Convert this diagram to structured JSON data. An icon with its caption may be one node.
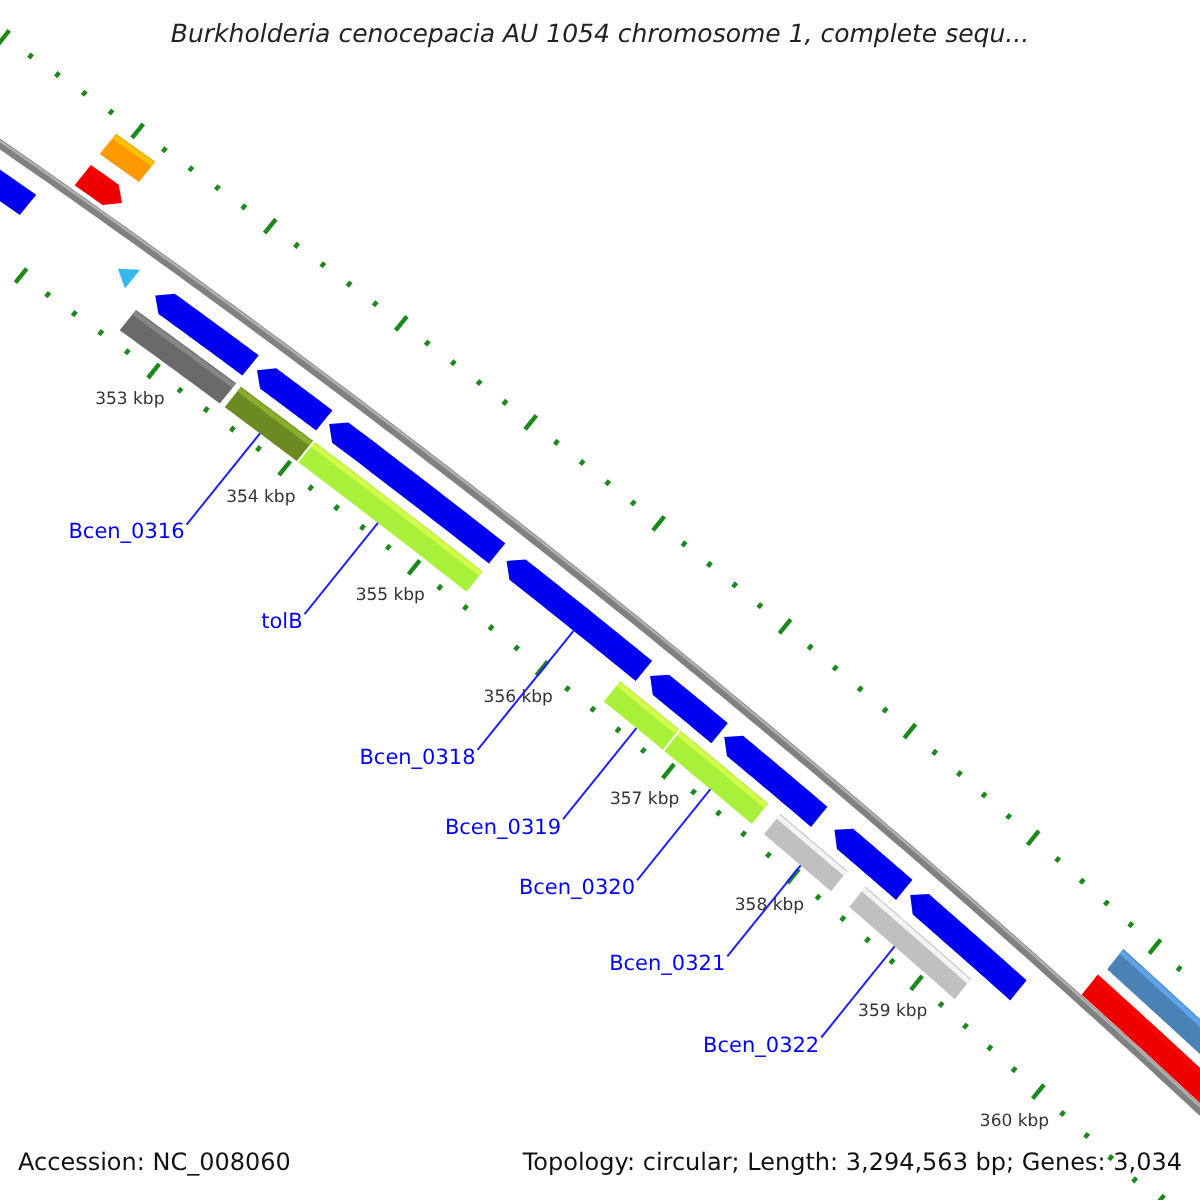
{
  "diagram": {
    "title": "Burkholderia cenocepacia AU 1054 chromosome 1, complete sequ...",
    "nodes": [
      {
        "text": [],
        "shape": "bar"
      },
      {
        "text": [],
        "shape": "bar"
      },
      {
        "text": [],
        "shape": "bar"
      },
      {
        "text": [],
        "shape": "bar"
      },
      {
        "text": [],
        "shape": "bar"
      },
      {
        "text": [],
        "shape": "bar"
      },
      {
        "text": [],
        "shape": "bar"
      },
      {
        "text": [
          "Bcen_0316"
        ]
      },
      {
        "text": [
          "tolB"
        ]
      },
      {
        "text": [
          "Bcen_0318"
        ]
      },
      {
        "text": [
          "Bcen_0319"
        ]
      },
      {
        "text": [
          "Bcen_0320"
        ]
      },
      {
        "text": [
          "Bcen_0321"
        ]
      },
      {
        "text": [
          "Bcen_0322"
        ]
      }
    ],
    "edges": [
      {
        "from": 7,
        "to": 0,
        "arrow": "none"
      },
      {
        "from": 8,
        "to": 1,
        "arrow": "none"
      },
      {
        "from": 9,
        "to": 2,
        "arrow": "none"
      },
      {
        "from": 10,
        "to": 3,
        "arrow": "none"
      },
      {
        "from": 11,
        "to": 4,
        "arrow": "none"
      },
      {
        "from": 12,
        "to": 5,
        "arrow": "none"
      },
      {
        "from": 13,
        "to": 6,
        "arrow": "none"
      }
    ],
    "labels": [
      "353 kbp",
      "354 kbp",
      "355 kbp",
      "356 kbp",
      "357 kbp",
      "358 kbp",
      "359 kbp",
      "360 kbp",
      "Accession: NC_008060",
      "Topology: circular; Length: 3,294,563 bp; Genes: 3,034"
    ]
  }
}
